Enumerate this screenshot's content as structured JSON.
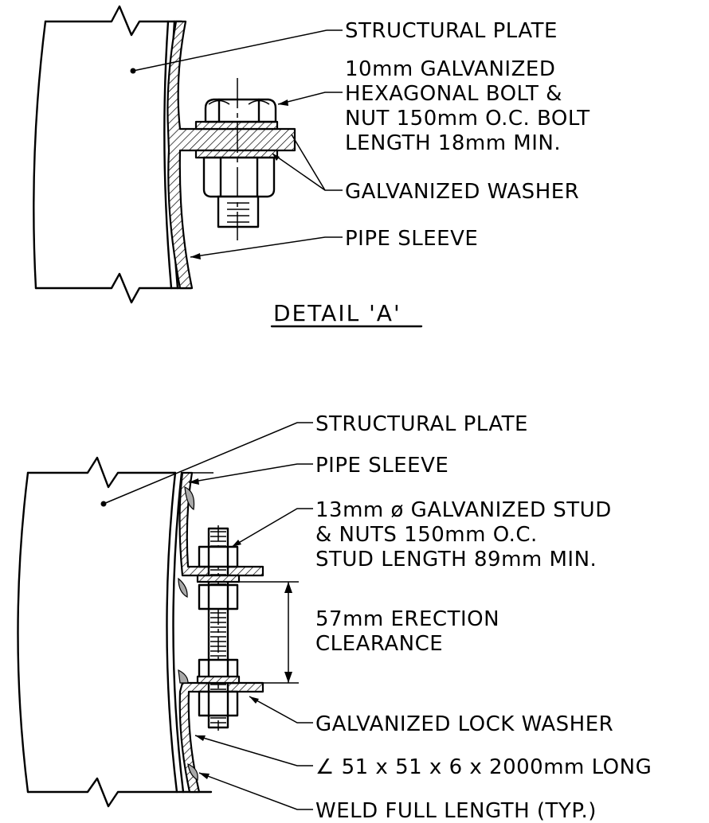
{
  "detail_a": {
    "title": "DETAIL 'A'",
    "labels": {
      "structural_plate": "STRUCTURAL PLATE",
      "bolt": [
        "10mm GALVANIZED",
        "HEXAGONAL BOLT &",
        "NUT 150mm O.C. BOLT",
        "LENGTH 18mm MIN."
      ],
      "washer": "GALVANIZED WASHER",
      "pipe_sleeve": "PIPE SLEEVE"
    }
  },
  "detail_b": {
    "labels": {
      "structural_plate": "STRUCTURAL PLATE",
      "pipe_sleeve": "PIPE SLEEVE",
      "stud": [
        "13mm ø GALVANIZED STUD",
        "& NUTS 150mm O.C.",
        "STUD LENGTH 89mm MIN."
      ],
      "clearance": [
        "57mm ERECTION",
        "CLEARANCE"
      ],
      "lock_washer": "GALVANIZED LOCK WASHER",
      "angle": "∠ 51 x 51 x 6 x 2000mm LONG",
      "weld": "WELD FULL LENGTH (TYP.)"
    }
  }
}
